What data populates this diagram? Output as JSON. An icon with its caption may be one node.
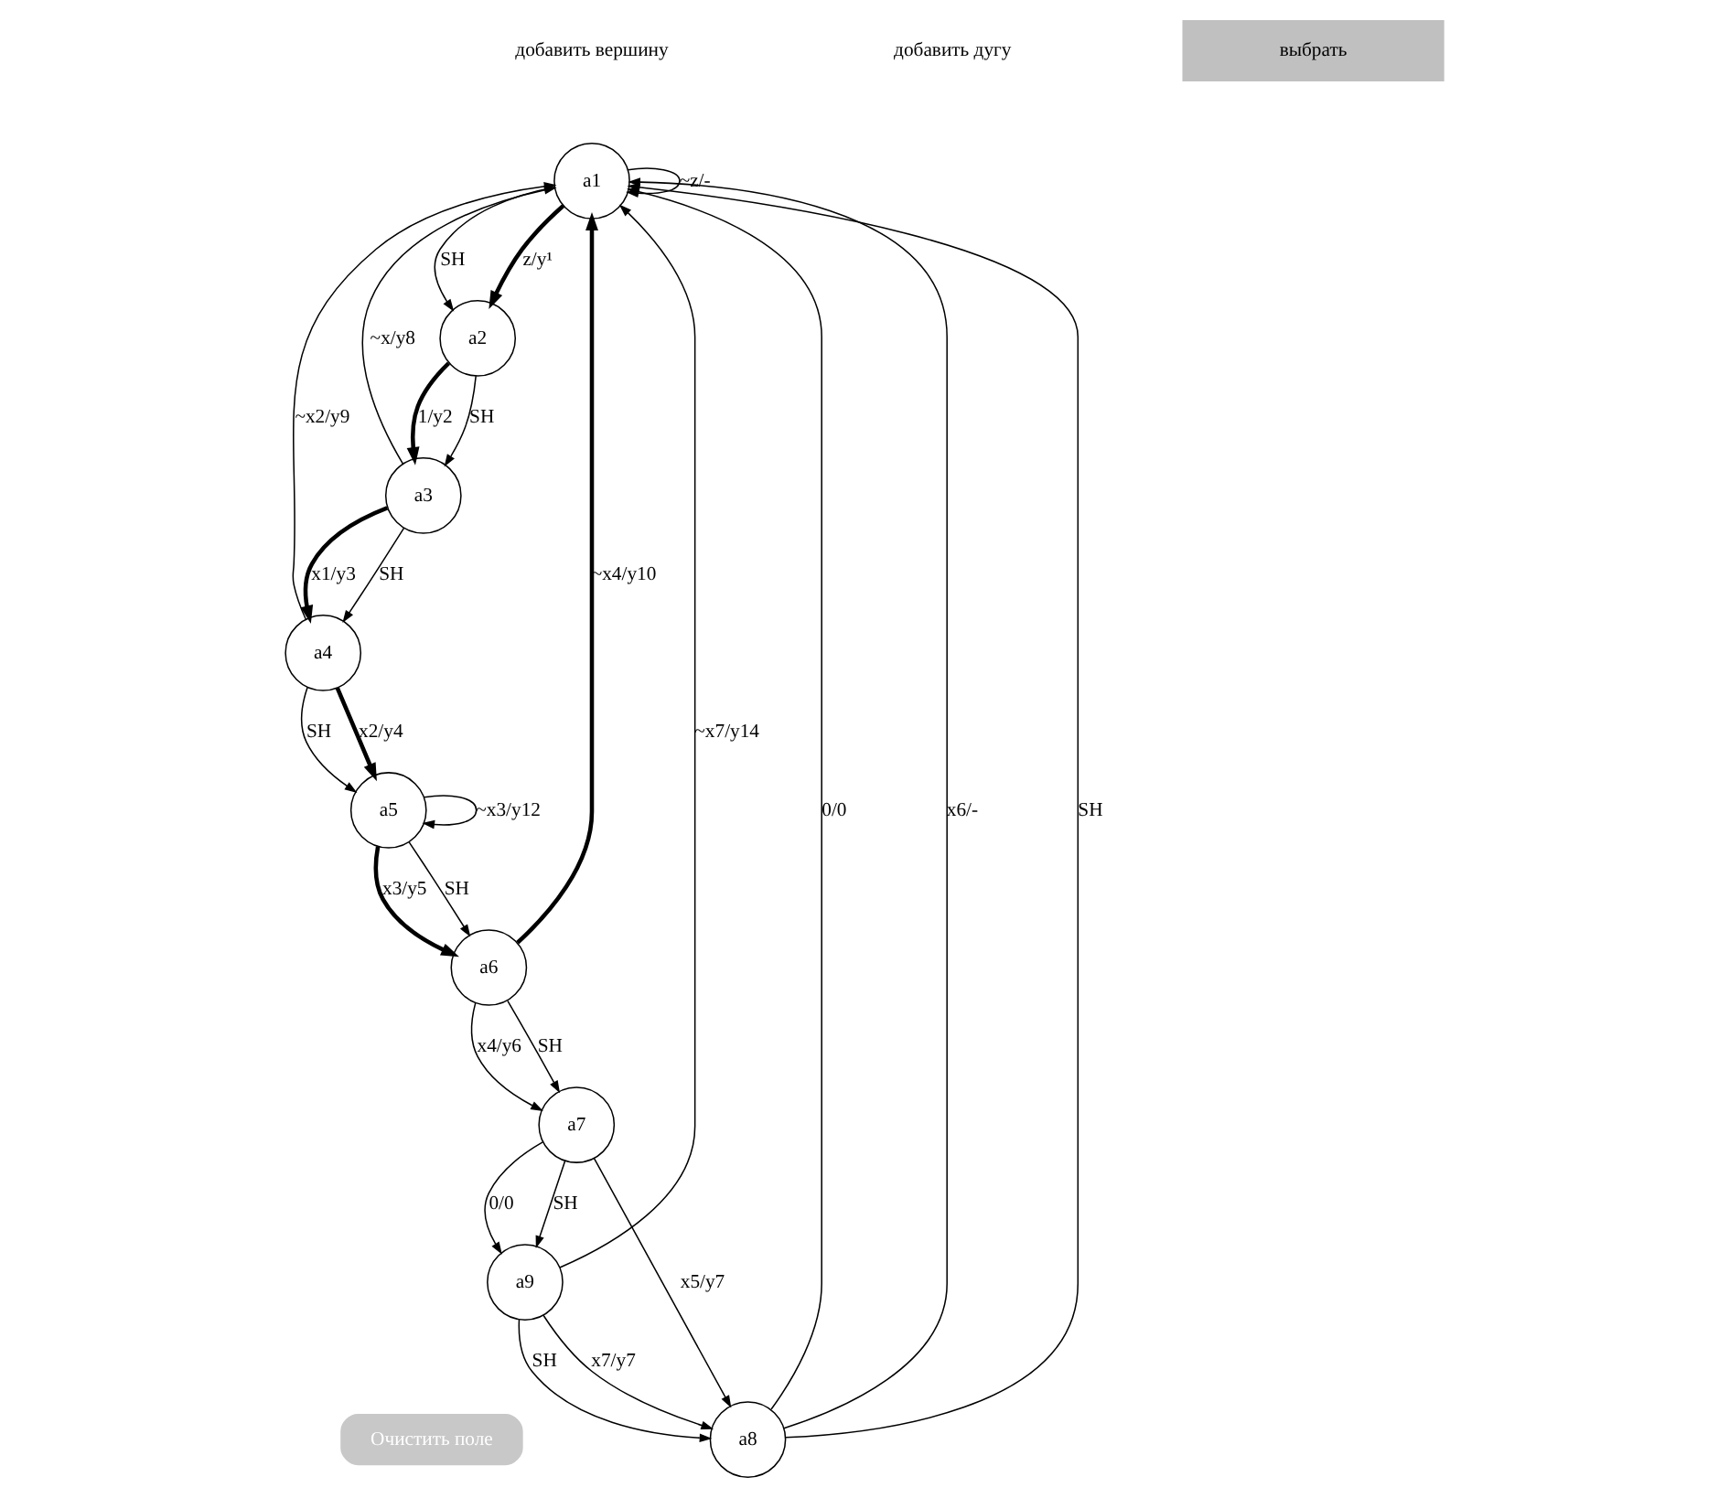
{
  "diagram": {
    "nodes": [
      {
        "text": [
          "добавить вершину"
        ]
      },
      {
        "text": [
          "добавить дугу"
        ]
      },
      {
        "text": [
          "выбрать"
        ]
      },
      {
        "text": [
          "a1"
        ]
      },
      {
        "text": [
          "a2"
        ]
      },
      {
        "text": [
          "a3"
        ]
      },
      {
        "text": [
          "a4"
        ]
      },
      {
        "text": [
          "a5"
        ]
      },
      {
        "text": [
          "a6"
        ]
      },
      {
        "text": [
          "a7"
        ]
      },
      {
        "text": [
          "a8"
        ]
      },
      {
        "text": [
          "a9"
        ]
      },
      {
        "text": [
          "Очистить поле"
        ]
      }
    ],
    "edges": [
      {
        "from": 3,
        "to": 3,
        "arrow": "to",
        "label": "~z/-"
      },
      {
        "from": 3,
        "to": 4,
        "arrow": "to",
        "label": "SH"
      },
      {
        "from": 3,
        "to": 4,
        "arrow": "to",
        "label": "z/y¹",
        "style": "thick"
      },
      {
        "from": 4,
        "to": 5,
        "arrow": "to",
        "label": "SH"
      },
      {
        "from": 4,
        "to": 5,
        "arrow": "to",
        "label": "1/y2",
        "style": "thick"
      },
      {
        "from": 5,
        "to": 6,
        "arrow": "to",
        "label": "SH"
      },
      {
        "from": 5,
        "to": 6,
        "arrow": "to",
        "label": "x1/y3",
        "style": "thick"
      },
      {
        "from": 6,
        "to": 7,
        "arrow": "to",
        "label": "SH"
      },
      {
        "from": 6,
        "to": 7,
        "arrow": "to",
        "label": "x2/y4",
        "style": "thick"
      },
      {
        "from": 5,
        "to": 3,
        "arrow": "to",
        "label": "~x/y8"
      },
      {
        "from": 6,
        "to": 3,
        "arrow": "to",
        "label": "~x2/y9"
      },
      {
        "from": 7,
        "to": 7,
        "arrow": "to",
        "label": "~x3/y12"
      },
      {
        "from": 7,
        "to": 8,
        "arrow": "to",
        "label": "x3/y5",
        "style": "thick"
      },
      {
        "from": 7,
        "to": 8,
        "arrow": "to",
        "label": "SH"
      },
      {
        "from": 8,
        "to": 3,
        "arrow": "to",
        "label": "~x4/y10",
        "style": "thick"
      },
      {
        "from": 11,
        "to": 3,
        "arrow": "to",
        "label": "~x7/y14"
      },
      {
        "from": 8,
        "to": 9,
        "arrow": "to",
        "label": "x4/y6"
      },
      {
        "from": 8,
        "to": 9,
        "arrow": "to",
        "label": "SH"
      },
      {
        "from": 9,
        "to": 11,
        "arrow": "to",
        "label": "0/0"
      },
      {
        "from": 9,
        "to": 11,
        "arrow": "to",
        "label": "SH"
      },
      {
        "from": 11,
        "to": 10,
        "arrow": "to",
        "label": "x7/y7"
      },
      {
        "from": 11,
        "to": 10,
        "arrow": "to",
        "label": "SH"
      },
      {
        "from": 9,
        "to": 10,
        "arrow": "to",
        "label": "x5/y7"
      },
      {
        "from": 10,
        "to": 3,
        "arrow": "to",
        "label": "0/0"
      },
      {
        "from": 10,
        "to": 3,
        "arrow": "to",
        "label": "x6/-"
      },
      {
        "from": 10,
        "to": 3,
        "arrow": "to",
        "label": "SH"
      }
    ]
  }
}
